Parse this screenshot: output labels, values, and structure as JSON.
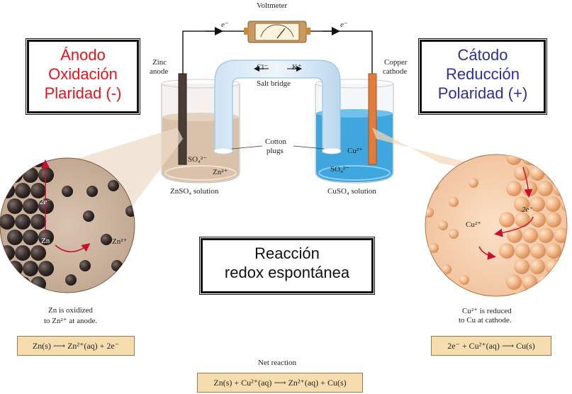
{
  "voltmeter": {
    "label": "Voltmeter"
  },
  "wire": {
    "electron_left": "e⁻",
    "electron_right": "e⁻"
  },
  "anode_electrode": {
    "label_line1": "Zinc",
    "label_line2": "anode"
  },
  "cathode_electrode": {
    "label_line1": "Copper",
    "label_line2": "cathode"
  },
  "salt_bridge": {
    "label": "Salt bridge",
    "anion": "Cl⁻",
    "cation": "K⁺"
  },
  "cotton_plugs": {
    "label_line1": "Cotton",
    "label_line2": "plugs"
  },
  "left_beaker": {
    "ion1": "SO₄²⁻",
    "ion2": "Zn²⁺",
    "solution": "ZnSO₄ solution"
  },
  "right_beaker": {
    "ion1": "Cu²⁺",
    "ion2": "SO₄²⁻",
    "solution": "CuSO₄ solution"
  },
  "anode_box": {
    "line1": "Ánodo",
    "line2": "Oxidación",
    "line3": "Plaridad (-)",
    "color": "#e8121b"
  },
  "cathode_box": {
    "line1": "Cátodo",
    "line2": "Reducción",
    "line3": "Polaridad (+)",
    "color": "#2e2d9c"
  },
  "center_box": {
    "line1": "Reacción",
    "line2": "redox espontánea"
  },
  "left_zoom": {
    "electrons": "2e⁻",
    "metal": "Zn",
    "ion": "Zn²⁺",
    "caption_line1": "Zn is oxidized",
    "caption_line2": "to Zn²⁺ at anode.",
    "equation": "Zn(s) ⟶ Zn²⁺(aq) + 2e⁻"
  },
  "right_zoom": {
    "electrons": "2e⁻",
    "ion": "Cu²⁺",
    "caption_line1": "Cu²⁺ is reduced",
    "caption_line2": "to Cu at cathode.",
    "equation": "2e⁻ + Cu²⁺(aq) ⟶ Cu(s)"
  },
  "net": {
    "title": "Net reaction",
    "equation": "Zn(s) + Cu²⁺(aq) ⟶ Zn²⁺(aq) + Cu(s)"
  },
  "colors": {
    "zinc_solution": "#d8bfa5",
    "copper_solution": "#3fa7de",
    "copper_rod": "#e07d3c",
    "zinc_rod": "#4a3d38"
  }
}
